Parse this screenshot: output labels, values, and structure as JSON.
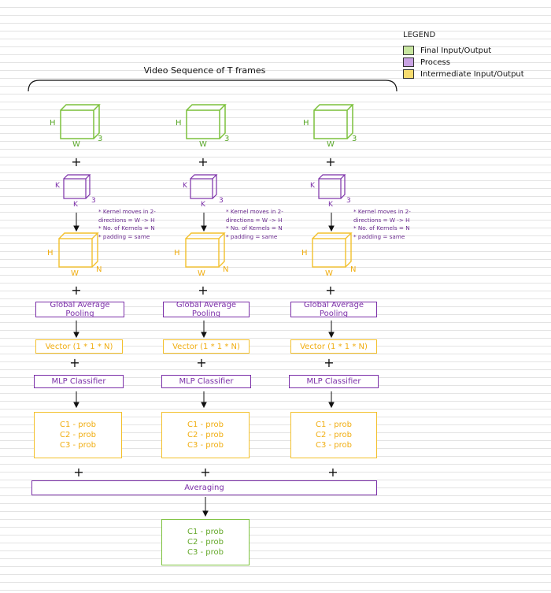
{
  "legend": {
    "title": "LEGEND",
    "items": [
      {
        "label": "Final Input/Output",
        "color": "#c8e6a0"
      },
      {
        "label": "Process",
        "color": "#c9a3e3"
      },
      {
        "label": "Intermediate Input/Output",
        "color": "#f7dc6f"
      }
    ]
  },
  "sequence_title": "Video Sequence of T frames",
  "columns": [
    {
      "frame": {
        "h": "H",
        "w": "W",
        "c": "3"
      },
      "kernel": {
        "k_side": "K",
        "k_bottom": "K",
        "c": "3"
      },
      "notes": [
        "* Kernel moves in 2-",
        "directions = W -> H",
        "* No. of Kernels = N",
        "* padding = same"
      ],
      "feature": {
        "h": "H",
        "w": "W",
        "n": "N"
      },
      "gap_label": "Global Average Pooling",
      "vector_label": "Vector (1 * 1 * N)",
      "mlp_label": "MLP Classifier",
      "probs": [
        "C1 - prob",
        "C2 - prob",
        "C3 - prob"
      ]
    },
    {
      "frame": {
        "h": "H",
        "w": "W",
        "c": "3"
      },
      "kernel": {
        "k_side": "K",
        "k_bottom": "K",
        "c": "3"
      },
      "notes": [
        "* Kernel moves in 2-",
        "directions = W -> H",
        "* No. of Kernels = N",
        "* padding = same"
      ],
      "feature": {
        "h": "H",
        "w": "W",
        "n": "N"
      },
      "gap_label": "Global Average Pooling",
      "vector_label": "Vector (1 * 1 * N)",
      "mlp_label": "MLP Classifier",
      "probs": [
        "C1 - prob",
        "C2 - prob",
        "C3 - prob"
      ]
    },
    {
      "frame": {
        "h": "H",
        "w": "W",
        "c": "3"
      },
      "kernel": {
        "k_side": "K",
        "k_bottom": "K",
        "c": "3"
      },
      "notes": [
        "* Kernel moves in 2-",
        "directions = W -> H",
        "* No. of Kernels = N",
        "* padding = same"
      ],
      "feature": {
        "h": "H",
        "w": "W",
        "n": "N"
      },
      "gap_label": "Global Average Pooling",
      "vector_label": "Vector (1 * 1 * N)",
      "mlp_label": "MLP Classifier",
      "probs": [
        "C1 - prob",
        "C2 - prob",
        "C3 - prob"
      ]
    }
  ],
  "plus_symbol": "+",
  "averaging_label": "Averaging",
  "final_probs": [
    "C1 - prob",
    "C2 - prob",
    "C3 - prob"
  ],
  "colors": {
    "final": "#7cc13c",
    "process": "#7b2fa8",
    "intermediate": "#f3c02b"
  }
}
